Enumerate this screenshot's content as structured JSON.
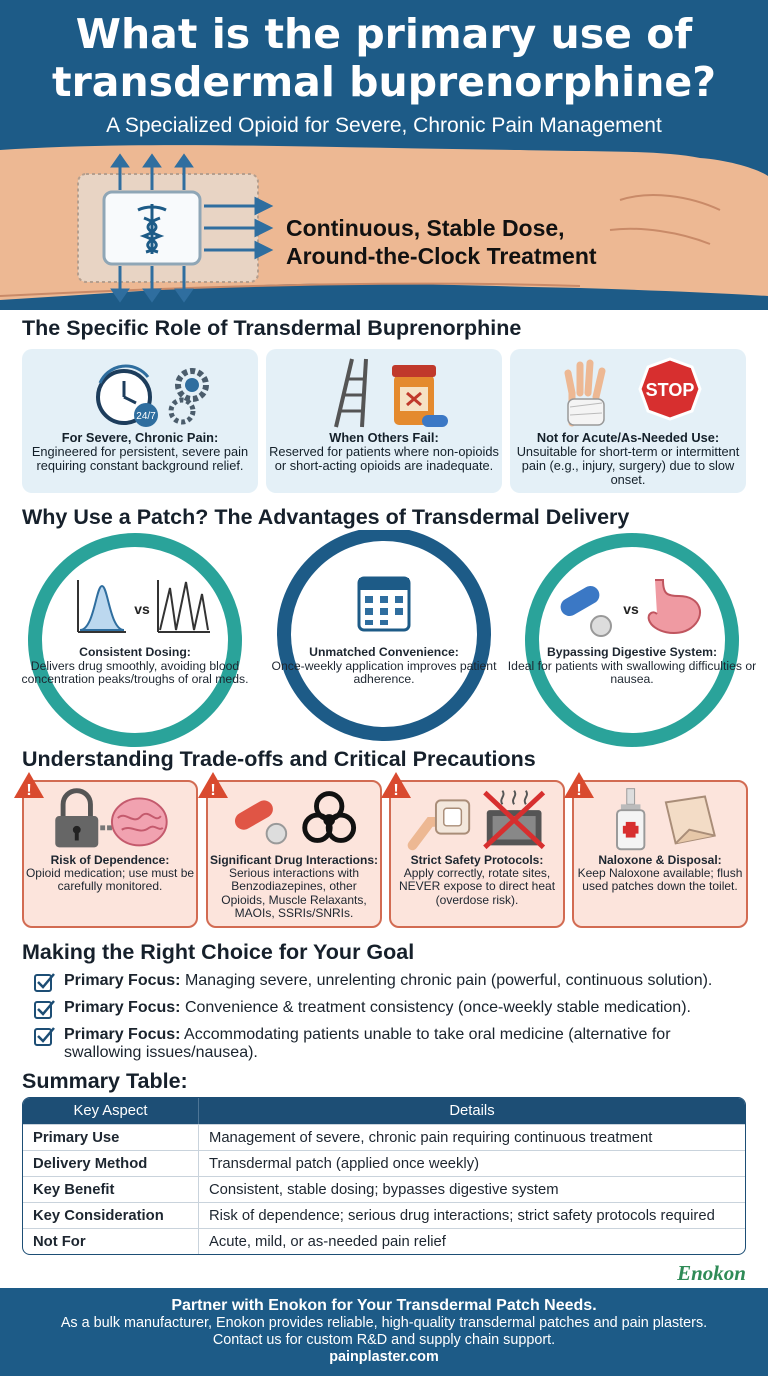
{
  "header": {
    "title_line1": "What is the primary use of",
    "title_line2": "transdermal buprenorphine?",
    "subtitle": "A Specialized Opioid for Severe, Chronic Pain Management",
    "patch_caption_line1": "Continuous, Stable Dose,",
    "patch_caption_line2": "Around-the-Clock Treatment"
  },
  "role": {
    "title": "The Specific Role of Transdermal Buprenorphine",
    "badge": "24/7",
    "stop_sign": "STOP",
    "cards": [
      {
        "heading": "For Severe, Chronic Pain:",
        "body": "Engineered for persistent, severe pain requiring constant background relief."
      },
      {
        "heading": "When Others Fail:",
        "body": "Reserved for patients where non-opioids or short-acting opioids are inadequate."
      },
      {
        "heading": "Not for Acute/As-Needed Use:",
        "body": "Unsuitable for short-term or intermittent pain (e.g., injury, surgery) due to slow onset."
      }
    ]
  },
  "advantages": {
    "title": "Why Use a Patch? The Advantages of Transdermal Delivery",
    "vs": "vs",
    "items": [
      {
        "heading": "Consistent Dosing:",
        "body": "Delivers drug smoothly, avoiding blood concentration peaks/troughs of oral meds."
      },
      {
        "heading": "Unmatched Convenience:",
        "body": "Once-weekly application improves patient adherence."
      },
      {
        "heading": "Bypassing Digestive System:",
        "body": "Ideal for patients with swallowing difficulties or nausea."
      }
    ]
  },
  "precautions": {
    "title": "Understanding Trade-offs and Critical Precautions",
    "items": [
      {
        "heading": "Risk of Dependence:",
        "body": "Opioid medication; use must be carefully monitored."
      },
      {
        "heading": "Significant Drug Interactions:",
        "body": "Serious interactions with Benzodiazepines, other Opioids, Muscle Relaxants, MAOIs, SSRIs/SNRIs."
      },
      {
        "heading": "Strict Safety Protocols:",
        "body": "Apply correctly, rotate sites, NEVER expose to direct heat (overdose risk)."
      },
      {
        "heading": "Naloxone & Disposal:",
        "body": "Keep Naloxone available; flush used patches down the toilet."
      }
    ]
  },
  "choice": {
    "title": "Making the Right Choice for Your Goal",
    "items": [
      {
        "label": "Primary Focus:",
        "text": "Managing severe, unrelenting chronic pain (powerful, continuous solution)."
      },
      {
        "label": "Primary Focus:",
        "text": "Convenience & treatment consistency (once-weekly stable medication)."
      },
      {
        "label": "Primary Focus:",
        "text": "Accommodating patients unable to take oral medicine (alternative for swallowing issues/nausea)."
      }
    ]
  },
  "summary": {
    "title": "Summary Table:",
    "headers": [
      "Key Aspect",
      "Details"
    ],
    "rows": [
      [
        "Primary Use",
        "Management of severe, chronic pain requiring continuous treatment"
      ],
      [
        "Delivery Method",
        "Transdermal patch (applied once weekly)"
      ],
      [
        "Key Benefit",
        "Consistent, stable dosing; bypasses digestive system"
      ],
      [
        "Key Consideration",
        "Risk of dependence; serious drug interactions; strict safety protocols required"
      ],
      [
        "Not For",
        "Acute, mild, or as-needed pain relief"
      ]
    ]
  },
  "brand": "Enokon",
  "footer": {
    "heading": "Partner with Enokon for Your Transdermal Patch Needs.",
    "line1": "As a bulk manufacturer, Enokon provides reliable, high-quality transdermal patches and pain plasters.",
    "line2": "Contact us for custom R&D and supply chain support.",
    "url": "painplaster.com"
  },
  "colors": {
    "navy": "#1d5b87",
    "teal": "#2aa39a",
    "warning_border": "#d26b52",
    "warning_bg": "#fce4dc",
    "card_bg": "#e4f0f7"
  }
}
